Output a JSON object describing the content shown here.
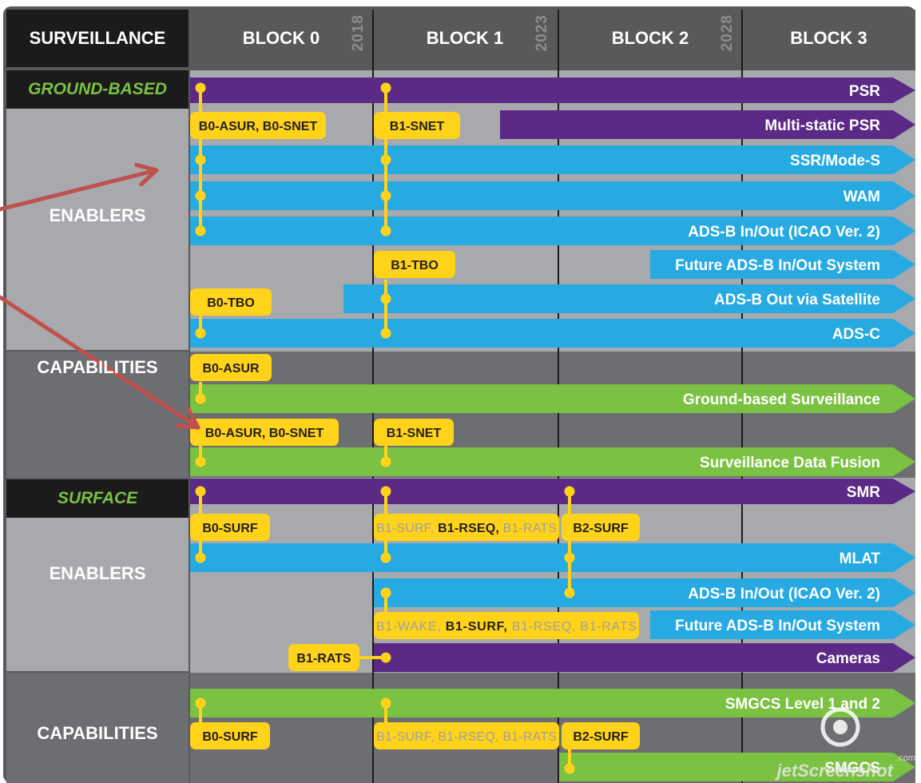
{
  "header": {
    "corner": "SURVEILLANCE",
    "blocks": [
      {
        "label": "BLOCK 0",
        "year": "2018"
      },
      {
        "label": "BLOCK 1",
        "year": "2023"
      },
      {
        "label": "BLOCK 2",
        "year": "2028"
      },
      {
        "label": "BLOCK 3",
        "year": ""
      }
    ]
  },
  "sections": {
    "ground_based": "GROUND-BASED",
    "enablers_1": "ENABLERS",
    "capabilities_1": "CAPABILITIES",
    "surface": "SURFACE",
    "enablers_2": "ENABLERS",
    "capabilities_2": "CAPABILITIES"
  },
  "bars": [
    {
      "label": "PSR",
      "color": "purple"
    },
    {
      "label": "Multi-static PSR",
      "color": "purple"
    },
    {
      "label": "SSR/Mode-S",
      "color": "blue"
    },
    {
      "label": "WAM",
      "color": "blue"
    },
    {
      "label": "ADS-B In/Out (ICAO Ver. 2)",
      "color": "blue"
    },
    {
      "label": "Future ADS-B In/Out System",
      "color": "blue"
    },
    {
      "label": "ADS-B Out via Satellite",
      "color": "blue"
    },
    {
      "label": "ADS-C",
      "color": "blue"
    },
    {
      "label": "Ground-based Surveillance",
      "color": "green"
    },
    {
      "label": "Surveillance Data Fusion",
      "color": "green"
    },
    {
      "label": "SMR",
      "color": "purple"
    },
    {
      "label": "MLAT",
      "color": "blue"
    },
    {
      "label": "ADS-B In/Out (ICAO Ver. 2)",
      "color": "blue"
    },
    {
      "label": "Future ADS-B In/Out System",
      "color": "blue"
    },
    {
      "label": "Cameras",
      "color": "purple"
    },
    {
      "label": "SMGCS Level 1 and 2",
      "color": "green"
    },
    {
      "label": "SMGCS",
      "color": "green"
    }
  ],
  "tags": {
    "t1": [
      {
        "text": "B0-ASUR, B0-SNET",
        "muted": false
      }
    ],
    "t2": [
      {
        "text": "B1-SNET",
        "muted": false
      }
    ],
    "t3": [
      {
        "text": "B1-TBO",
        "muted": false
      }
    ],
    "t4": [
      {
        "text": "B0-TBO",
        "muted": false
      }
    ],
    "t5": [
      {
        "text": "B0-ASUR",
        "muted": false
      }
    ],
    "t6": [
      {
        "text": "B0-ASUR, B0-SNET",
        "muted": false
      }
    ],
    "t7": [
      {
        "text": "B1-SNET",
        "muted": false
      }
    ],
    "t8": [
      {
        "text": "B0-SURF",
        "muted": false
      }
    ],
    "t9": [
      {
        "text": "B1-SURF, ",
        "muted": true
      },
      {
        "text": "B1-RSEQ, ",
        "muted": false
      },
      {
        "text": "B1-RATS",
        "muted": true
      }
    ],
    "t10": [
      {
        "text": "B2-SURF",
        "muted": false
      }
    ],
    "t11": [
      {
        "text": "B1-WAKE, ",
        "muted": true
      },
      {
        "text": "B1-SURF, ",
        "muted": false
      },
      {
        "text": "B1-RSEQ, B1-RATS",
        "muted": true
      }
    ],
    "t12": [
      {
        "text": "B1-RATS",
        "muted": false
      }
    ],
    "t13": [
      {
        "text": "B0-SURF",
        "muted": false
      }
    ],
    "t14": [
      {
        "text": "B1-SURF, B1-RSEQ, B1-RATS",
        "muted": true
      }
    ],
    "t15": [
      {
        "text": "B2-SURF",
        "muted": false
      }
    ]
  },
  "watermark": {
    "brand": "jetScreenshot",
    "suffix": ".com"
  },
  "colors": {
    "purple": "#5b2a86",
    "blue": "#27aae1",
    "green": "#7bc142",
    "yellow": "#ffd31a",
    "panel_gray": "#a7a9ac",
    "column_gray": "#6d6e71",
    "dark": "#1b1b1b",
    "arrow_red": "#c0504d"
  }
}
